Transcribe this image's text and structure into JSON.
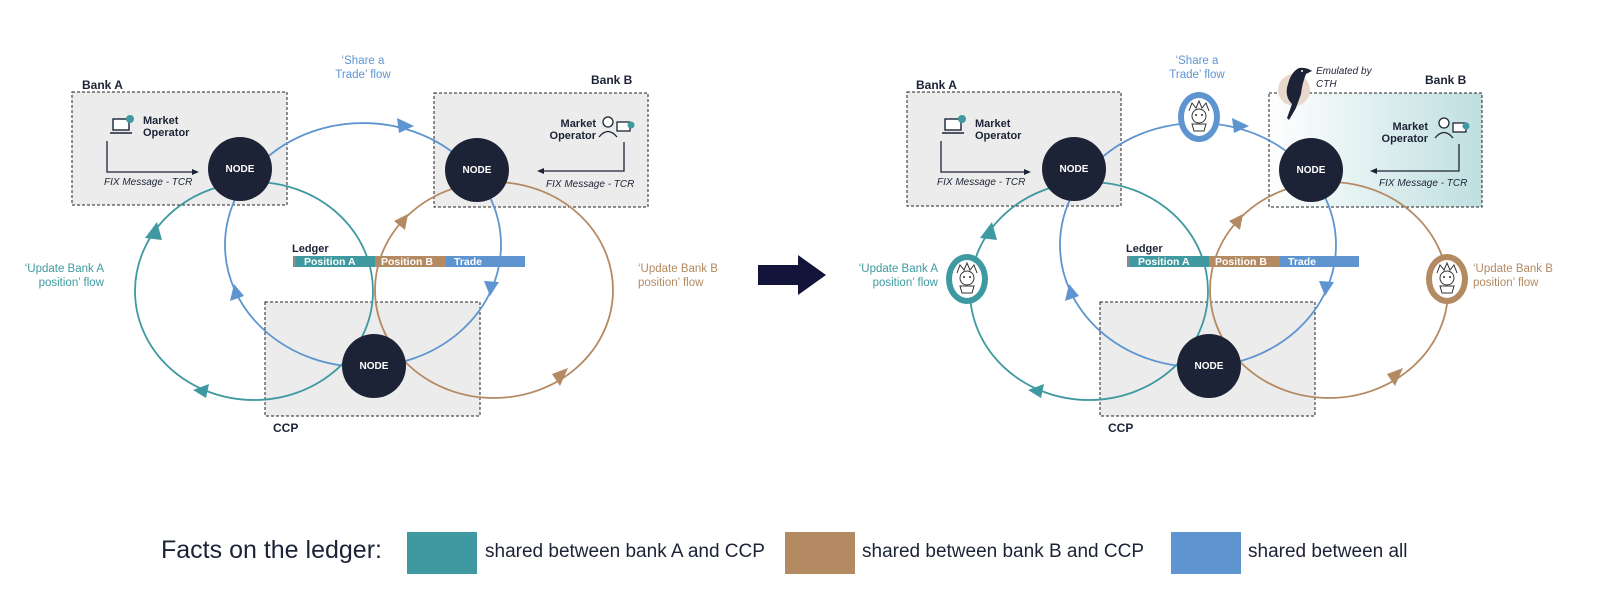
{
  "colors": {
    "teal": "#3e9aa0",
    "brown": "#b48a62",
    "blue": "#5e95d0",
    "node": "#1d2336",
    "box": "#ececec",
    "arrow": "#13143a"
  },
  "panels": [
    {
      "bank_a": {
        "title": "Bank A",
        "operator": [
          "Market",
          "Operator"
        ],
        "fix": "FIX Message - TCR"
      },
      "bank_b": {
        "title": "Bank B",
        "operator": [
          "Market",
          "Operator"
        ],
        "fix": "FIX Message - TCR"
      },
      "ccp": {
        "title": "CCP"
      },
      "node_label": "NODE",
      "ledger": {
        "title": "Ledger",
        "segments": [
          "Position A",
          "Position B",
          "Trade"
        ]
      },
      "flows": {
        "share": [
          "‘Share a",
          "Trade’ flow"
        ],
        "update_a": [
          "‘Update Bank A",
          "position’ flow"
        ],
        "update_b": [
          "‘Update Bank B",
          "position’ flow"
        ]
      }
    },
    {
      "bank_a": {
        "title": "Bank A",
        "operator": [
          "Market",
          "Operator"
        ],
        "fix": "FIX Message - TCR"
      },
      "bank_b": {
        "title": "Bank B",
        "operator": [
          "Market",
          "Operator"
        ],
        "fix": "FIX Message - TCR"
      },
      "ccp": {
        "title": "CCP"
      },
      "node_label": "NODE",
      "ledger": {
        "title": "Ledger",
        "segments": [
          "Position A",
          "Position B",
          "Trade"
        ]
      },
      "flows": {
        "share": [
          "‘Share a",
          "Trade’ flow"
        ],
        "update_a": [
          "‘Update Bank A",
          "position’ flow"
        ],
        "update_b": [
          "‘Update Bank B",
          "position’ flow"
        ]
      },
      "emulated": [
        "Emulated by",
        "CTH"
      ]
    }
  ],
  "legend": {
    "title": "Facts on the ledger:",
    "items": [
      {
        "label": "shared between bank A and CCP",
        "color": "#3e9aa0"
      },
      {
        "label": "shared between bank B and CCP",
        "color": "#b48a62"
      },
      {
        "label": "shared between all",
        "color": "#5e95d0"
      }
    ]
  }
}
